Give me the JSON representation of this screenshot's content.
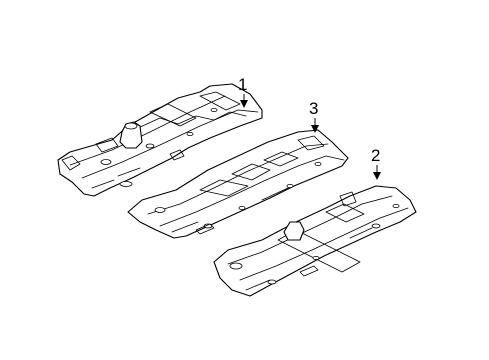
{
  "diagram": {
    "callouts": [
      {
        "id": "callout-1",
        "label": "1"
      },
      {
        "id": "callout-2",
        "label": "2"
      },
      {
        "id": "callout-3",
        "label": "3"
      }
    ],
    "parts": [
      {
        "id": "floor-pan-front",
        "callout": "1"
      },
      {
        "id": "floor-pan-rear",
        "callout": "2"
      },
      {
        "id": "floor-pan-center",
        "callout": "3"
      }
    ]
  }
}
